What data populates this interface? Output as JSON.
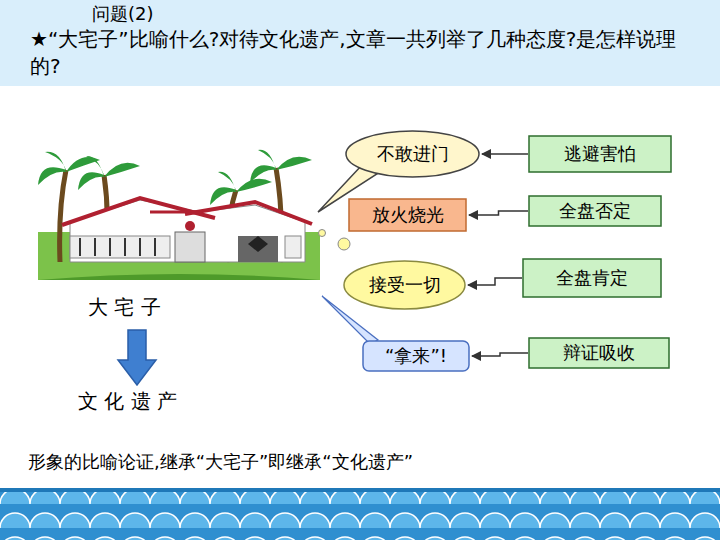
{
  "diagram": {
    "nodes": [
      {
        "text": [
          "问题(2)",
          "★“大宅子”比喻什么?对待文化遗产,文章一共列举了几种态度?是怎样说理的?"
        ]
      },
      {
        "text": [
          "不敢进门"
        ]
      },
      {
        "text": [
          "逃避害怕"
        ]
      },
      {
        "text": [
          "放火烧光"
        ]
      },
      {
        "text": [
          "全盘否定"
        ]
      },
      {
        "text": [
          "接受一切"
        ]
      },
      {
        "text": [
          "全盘肯定"
        ]
      },
      {
        "text": [
          "“拿来”!"
        ]
      },
      {
        "text": [
          "辩证吸收"
        ]
      }
    ],
    "edges": [
      {
        "from": 2,
        "to": 1,
        "arrow": "to"
      },
      {
        "from": 4,
        "to": 3,
        "arrow": "to"
      },
      {
        "from": 6,
        "to": 5,
        "arrow": "to"
      },
      {
        "from": 8,
        "to": 7,
        "arrow": "to"
      }
    ],
    "labels": [
      "大 宅 子",
      "文 化 遗 产",
      "形象的比喻论证,继承“大宅子”即继承“文化遗产”"
    ]
  }
}
